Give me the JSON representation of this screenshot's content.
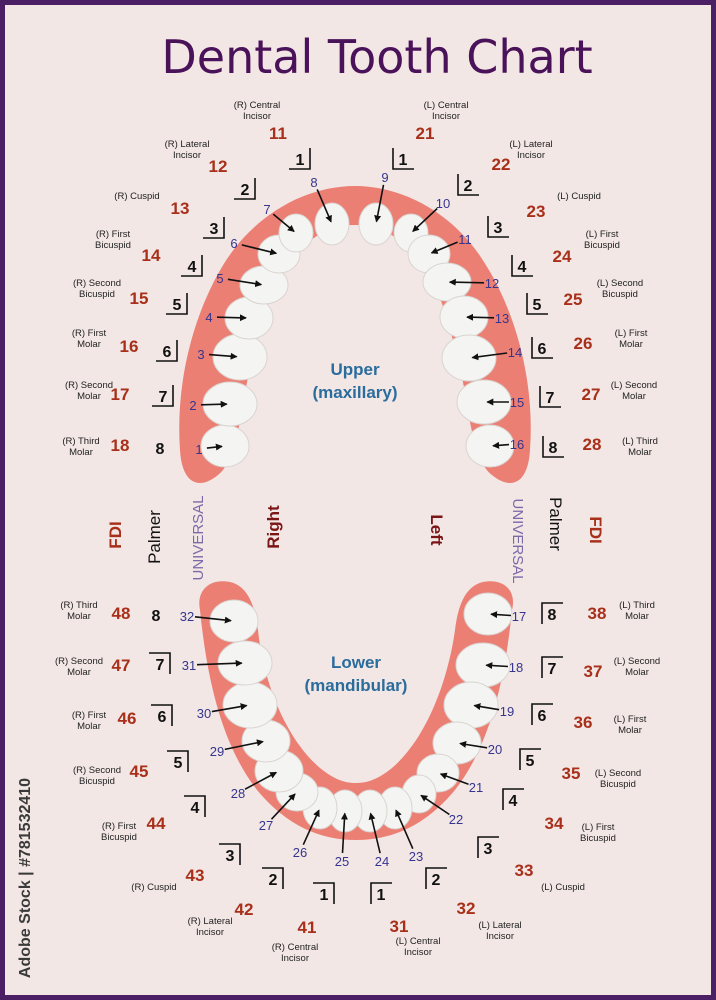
{
  "title": "Dental Tooth Chart",
  "colors": {
    "page": "#f2e7e5",
    "border": "#4b1f63",
    "gum": "#ec7f74",
    "tooth": "#f4f4f2",
    "title": "#4a1258",
    "fdi": "#a8301a",
    "universal": "#35358e",
    "arch_label": "#2a6c9c",
    "side_label": "#7a1616",
    "universal_label": "#7a6aa8"
  },
  "arch_labels": {
    "upper_line1": "Upper",
    "upper_line2": "(maxillary)",
    "lower_line1": "Lower",
    "lower_line2": "(mandibular)"
  },
  "side_labels": {
    "fdi_left": "FDI",
    "palmer_left": "Palmer",
    "universal_left": "UNIVERSAL",
    "right": "Right",
    "left": "Left",
    "universal_right": "UNIVERSAL",
    "palmer_right": "Palmer",
    "fdi_right": "FDI"
  },
  "watermark": "Adobe Stock | #781532410",
  "teeth": [
    {
      "universal": "1",
      "fdi": "18",
      "palmer": "8",
      "quadrant": "UR",
      "name": [
        "(R) Third",
        "Molar"
      ]
    },
    {
      "universal": "2",
      "fdi": "17",
      "palmer": "7",
      "quadrant": "UR",
      "name": [
        "(R) Second",
        "Molar"
      ]
    },
    {
      "universal": "3",
      "fdi": "16",
      "palmer": "6",
      "quadrant": "UR",
      "name": [
        "(R) First",
        "Molar"
      ]
    },
    {
      "universal": "4",
      "fdi": "15",
      "palmer": "5",
      "quadrant": "UR",
      "name": [
        "(R) Second",
        "Bicuspid"
      ]
    },
    {
      "universal": "5",
      "fdi": "14",
      "palmer": "4",
      "quadrant": "UR",
      "name": [
        "(R) First",
        "Bicuspid"
      ]
    },
    {
      "universal": "6",
      "fdi": "13",
      "palmer": "3",
      "quadrant": "UR",
      "name": [
        "(R) Cuspid"
      ]
    },
    {
      "universal": "7",
      "fdi": "12",
      "palmer": "2",
      "quadrant": "UR",
      "name": [
        "(R) Lateral",
        "Incisor"
      ]
    },
    {
      "universal": "8",
      "fdi": "11",
      "palmer": "1",
      "quadrant": "UR",
      "name": [
        "(R) Central",
        "Incisor"
      ]
    },
    {
      "universal": "9",
      "fdi": "21",
      "palmer": "1",
      "quadrant": "UL",
      "name": [
        "(L) Central",
        "Incisor"
      ]
    },
    {
      "universal": "10",
      "fdi": "22",
      "palmer": "2",
      "quadrant": "UL",
      "name": [
        "(L) Lateral",
        "Incisor"
      ]
    },
    {
      "universal": "11",
      "fdi": "23",
      "palmer": "3",
      "quadrant": "UL",
      "name": [
        "(L) Cuspid"
      ]
    },
    {
      "universal": "12",
      "fdi": "24",
      "palmer": "4",
      "quadrant": "UL",
      "name": [
        "(L) First",
        "Bicuspid"
      ]
    },
    {
      "universal": "13",
      "fdi": "25",
      "palmer": "5",
      "quadrant": "UL",
      "name": [
        "(L) Second",
        "Bicuspid"
      ]
    },
    {
      "universal": "14",
      "fdi": "26",
      "palmer": "6",
      "quadrant": "UL",
      "name": [
        "(L) First",
        "Molar"
      ]
    },
    {
      "universal": "15",
      "fdi": "27",
      "palmer": "7",
      "quadrant": "UL",
      "name": [
        "(L) Second",
        "Molar"
      ]
    },
    {
      "universal": "16",
      "fdi": "28",
      "palmer": "8",
      "quadrant": "UL",
      "name": [
        "(L) Third",
        "Molar"
      ]
    },
    {
      "universal": "17",
      "fdi": "38",
      "palmer": "8",
      "quadrant": "LL",
      "name": [
        "(L) Third",
        "Molar"
      ]
    },
    {
      "universal": "18",
      "fdi": "37",
      "palmer": "7",
      "quadrant": "LL",
      "name": [
        "(L) Second",
        "Molar"
      ]
    },
    {
      "universal": "19",
      "fdi": "36",
      "palmer": "6",
      "quadrant": "LL",
      "name": [
        "(L) First",
        "Molar"
      ]
    },
    {
      "universal": "20",
      "fdi": "35",
      "palmer": "5",
      "quadrant": "LL",
      "name": [
        "(L) Second",
        "Bicuspid"
      ]
    },
    {
      "universal": "21",
      "fdi": "34",
      "palmer": "4",
      "quadrant": "LL",
      "name": [
        "(L) First",
        "Bicuspid"
      ]
    },
    {
      "universal": "22",
      "fdi": "33",
      "palmer": "3",
      "quadrant": "LL",
      "name": [
        "(L) Cuspid"
      ]
    },
    {
      "universal": "23",
      "fdi": "32",
      "palmer": "2",
      "quadrant": "LL",
      "name": [
        "(L) Lateral",
        "Incisor"
      ]
    },
    {
      "universal": "24",
      "fdi": "31",
      "palmer": "1",
      "quadrant": "LL",
      "name": [
        "(L) Central",
        "Incisor"
      ]
    },
    {
      "universal": "25",
      "fdi": "41",
      "palmer": "1",
      "quadrant": "LR",
      "name": [
        "(R) Central",
        "Incisor"
      ]
    },
    {
      "universal": "26",
      "fdi": "42",
      "palmer": "2",
      "quadrant": "LR",
      "name": [
        "(R) Lateral",
        "Incisor"
      ]
    },
    {
      "universal": "27",
      "fdi": "43",
      "palmer": "3",
      "quadrant": "LR",
      "name": [
        "(R) Cuspid"
      ]
    },
    {
      "universal": "28",
      "fdi": "44",
      "palmer": "4",
      "quadrant": "LR",
      "name": [
        "(R) First",
        "Bicuspid"
      ]
    },
    {
      "universal": "29",
      "fdi": "45",
      "palmer": "5",
      "quadrant": "LR",
      "name": [
        "(R) Second",
        "Bicuspid"
      ]
    },
    {
      "universal": "30",
      "fdi": "46",
      "palmer": "6",
      "quadrant": "LR",
      "name": [
        "(R) First",
        "Molar"
      ]
    },
    {
      "universal": "31",
      "fdi": "47",
      "palmer": "7",
      "quadrant": "LR",
      "name": [
        "(R) Second",
        "Molar"
      ]
    },
    {
      "universal": "32",
      "fdi": "48",
      "palmer": "8",
      "quadrant": "LR",
      "name": [
        "(R) Third",
        "Molar"
      ]
    }
  ]
}
